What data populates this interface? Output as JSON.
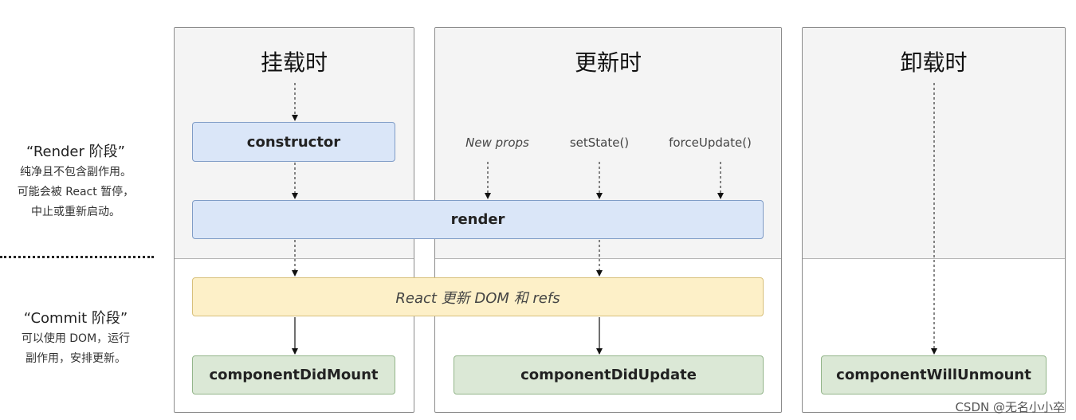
{
  "columns": {
    "mount": {
      "title": "挂载时"
    },
    "update": {
      "title": "更新时"
    },
    "unmount": {
      "title": "卸载时"
    }
  },
  "phases": {
    "render": {
      "title": "“Render 阶段”",
      "description": [
        "纯净且不包含副作用。",
        "可能会被 React 暂停，",
        "中止或重新启动。"
      ]
    },
    "commit": {
      "title": "“Commit 阶段”",
      "description": [
        "可以使用 DOM，运行",
        "副作用，安排更新。"
      ]
    }
  },
  "boxes": {
    "constructor": "constructor",
    "render": "render",
    "react_update_dom": "React 更新 DOM 和 refs",
    "component_did_mount": "componentDidMount",
    "component_did_update": "componentDidUpdate",
    "component_will_unmount": "componentWillUnmount"
  },
  "triggers": {
    "new_props": "New props",
    "set_state": "setState()",
    "force_update": "forceUpdate()"
  },
  "watermark": "CSDN @无名小小卒",
  "colors": {
    "blue_box": "#dae6f8",
    "yellow_box": "#fdf0c8",
    "green_box": "#dbe8d6",
    "upper_panel": "#f4f4f4"
  }
}
